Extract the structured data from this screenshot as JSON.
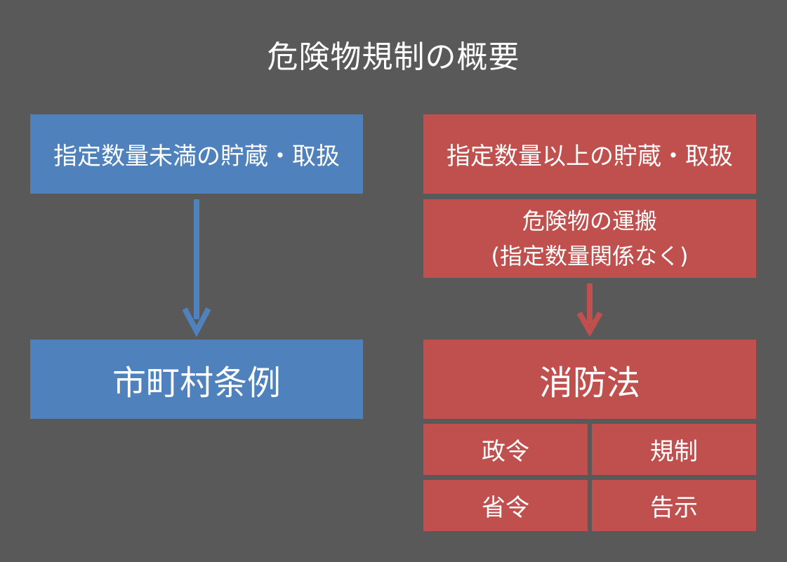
{
  "title": "危険物規制の概要",
  "left": {
    "top_box": "指定数量未満の貯蔵・取扱",
    "bottom_box": "市町村条例"
  },
  "right": {
    "top_box": "指定数量以上の貯蔵・取扱",
    "transport_box": {
      "line1": "危険物の運搬",
      "line2": "(指定数量関係なく)"
    },
    "law_box": "消防法",
    "sub_boxes": [
      "政令",
      "規制",
      "省令",
      "告示"
    ]
  },
  "colors": {
    "background": "#595959",
    "blue": "#4f81bd",
    "red": "#c0504d"
  }
}
